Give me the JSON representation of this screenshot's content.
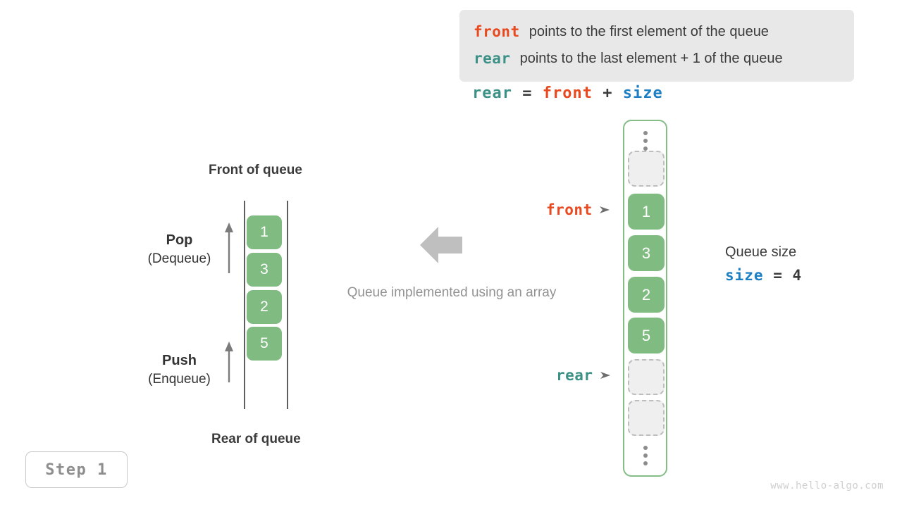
{
  "legend": {
    "lines": [
      {
        "keyword": "front",
        "keyword_color": "#e8491f",
        "description": "points to the first element of the queue"
      },
      {
        "keyword": "rear",
        "keyword_color": "#3c9187",
        "description": "points to the last element + 1 of the queue"
      }
    ]
  },
  "formula": {
    "lhs": "rear",
    "eq": "=",
    "rhs1": "front",
    "plus": "+",
    "rhs2": "size"
  },
  "left_queue": {
    "top_label": "Front of queue",
    "bottom_label": "Rear of queue",
    "operations": [
      {
        "title": "Pop",
        "subtitle": "(Dequeue)",
        "arrow": "up-arrow-icon"
      },
      {
        "title": "Push",
        "subtitle": "(Enqueue)",
        "arrow": "up-arrow-icon"
      }
    ],
    "cells": [
      "1",
      "3",
      "2",
      "5"
    ]
  },
  "center": {
    "arrow": "left-arrow-icon",
    "caption": "Queue implemented using an array"
  },
  "array": {
    "top_ellipsis": "vertical-ellipsis-icon",
    "bottom_ellipsis": "vertical-ellipsis-icon",
    "slots": [
      {
        "value": "",
        "state": "empty"
      },
      {
        "value": "1",
        "state": "filled"
      },
      {
        "value": "3",
        "state": "filled"
      },
      {
        "value": "2",
        "state": "filled"
      },
      {
        "value": "5",
        "state": "filled"
      },
      {
        "value": "",
        "state": "empty"
      },
      {
        "value": "",
        "state": "empty"
      }
    ],
    "pointers": [
      {
        "name": "front",
        "color": "#e8491f",
        "target_index": 1
      },
      {
        "name": "rear",
        "color": "#3c9187",
        "target_index": 5
      }
    ]
  },
  "queue_size": {
    "title": "Queue size",
    "var": "size",
    "eq": "=",
    "value": "4"
  },
  "step": {
    "label": "Step 1"
  },
  "watermark": "www.hello-algo.com",
  "colors": {
    "cell_green": "#80bb81",
    "container_green": "#84bd86",
    "front_orange": "#e8491f",
    "rear_teal": "#3c9187",
    "size_blue": "#1d7fc3",
    "legend_bg": "#e8e8e8",
    "empty_cell_bg": "#efefef",
    "muted_gray": "#929292"
  }
}
